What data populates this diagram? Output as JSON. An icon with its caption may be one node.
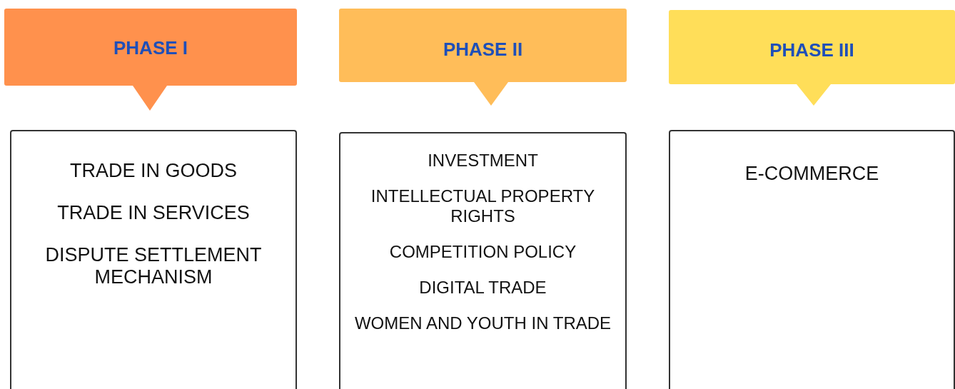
{
  "diagram": {
    "nodes": [
      {
        "text": [
          "PHASE I"
        ]
      },
      {
        "text": [
          "TRADE IN GOODS",
          "TRADE IN SERVICES",
          "DISPUTE SETTLEMENT MECHANISM"
        ]
      },
      {
        "text": [
          "PHASE II"
        ]
      },
      {
        "text": [
          "INVESTMENT",
          "INTELLECTUAL PROPERTY RIGHTS",
          "COMPETITION POLICY",
          "DIGITAL TRADE",
          "WOMEN AND YOUTH IN TRADE"
        ]
      },
      {
        "text": [
          "PHASE III"
        ]
      },
      {
        "text": [
          "E-COMMERCE"
        ]
      }
    ]
  }
}
